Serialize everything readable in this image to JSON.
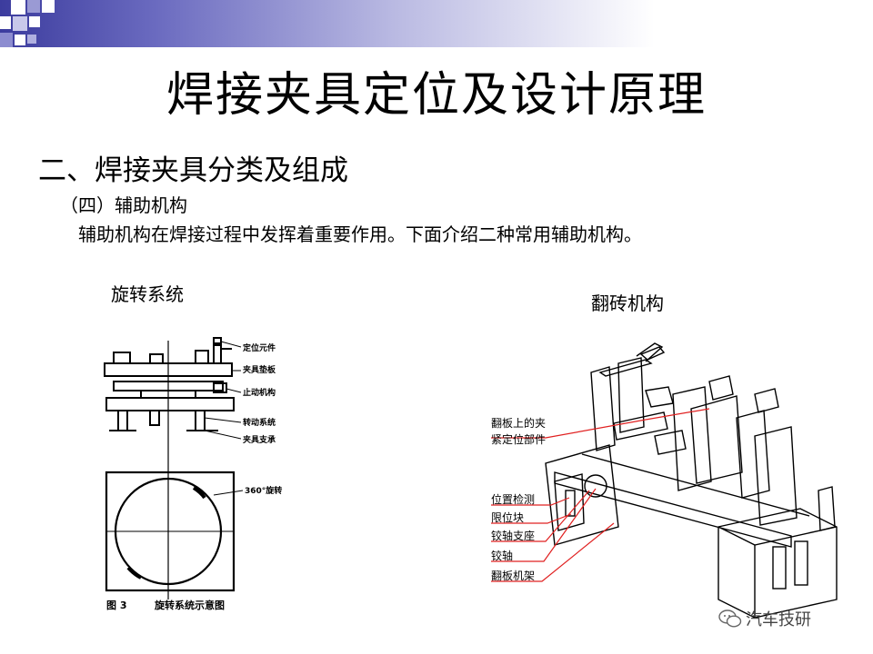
{
  "slide": {
    "title": "焊接夹具定位及设计原理",
    "section": "二、焊接夹具分类及组成",
    "subsection": "（四）辅助机构",
    "intro": "辅助机构在焊接过程中发挥着重要作用。下面介绍二种常用辅助机构。"
  },
  "figure_left": {
    "label": "旋转系统",
    "annotations": [
      "定位元件",
      "夹具垫板",
      "止动机构",
      "转动系统",
      "夹具支承",
      "360°旋转"
    ],
    "caption_number": "图 3",
    "caption_text": "旋转系统示意图"
  },
  "figure_right": {
    "label": "翻砖机构",
    "annotations": [
      "翻板上的夹",
      "紧定位部件",
      "位置检测",
      "限位块",
      "铰轴支座",
      "铰轴",
      "翻板机架"
    ]
  },
  "watermark": {
    "text": "汽车技研",
    "icon": "wechat-icon"
  },
  "colors": {
    "band_dark": "#3c3c9e",
    "callout_red": "#e02020"
  }
}
